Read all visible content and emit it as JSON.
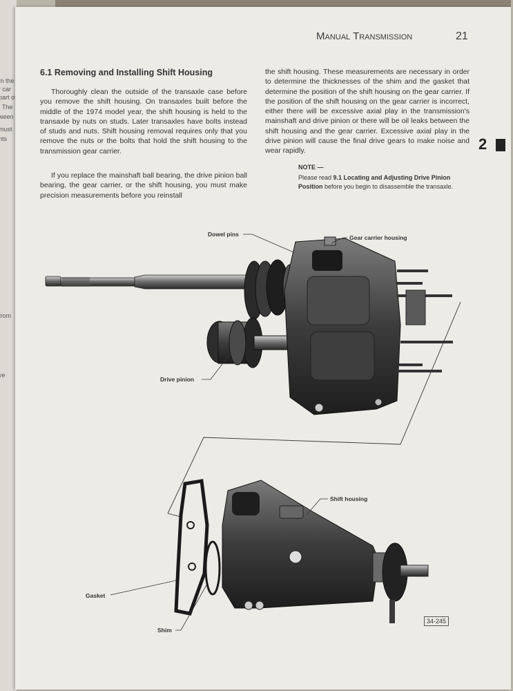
{
  "header": {
    "title": "Manual Transmission",
    "page_number": "21"
  },
  "chapter_tab": "2",
  "section": {
    "title": "6.1 Removing and Installing Shift Housing",
    "paragraphs": [
      "Thoroughly clean the outside of the transaxle case before you remove the shift housing. On transaxles built before the middle of the 1974 model year, the shift housing is held to the transaxle by nuts on studs. Later transaxles have bolts instead of studs and nuts. Shift housing removal requires only that you remove the nuts or the bolts that hold the shift housing to the transmission gear carrier.",
      "If you replace the mainshaft ball bearing, the drive pinion ball bearing, the gear carrier, or the shift housing, you must make precision measurements before you reinstall",
      "the shift housing. These measurements are necessary in order to determine the thicknesses of the shim and the gasket that determine the position of the shift housing on the gear carrier. If the position of the shift housing on the gear carrier is incorrect, either there will be excessive axial play in the transmission's mainshaft and drive pinion or there will be oil leaks between the shift housing and the gear carrier. Excessive axial play in the drive pinion will cause the final drive gears to make noise and wear rapidly."
    ]
  },
  "note": {
    "title": "NOTE —",
    "prefix": "Please read ",
    "ref": "9.1 Locating and Adjusting Drive Pinion Position",
    "suffix": " before you begin to disassemble the transaxle."
  },
  "figure": {
    "labels": {
      "dowel_pins": "Dowel pins",
      "gear_carrier_housing": "Gear carrier housing",
      "drive_pinion": "Drive pinion",
      "shift_housing": "Shift housing",
      "gasket": "Gasket",
      "shim": "Shim"
    },
    "figure_id": "34-245"
  },
  "margin_fragments": [
    "m the",
    "r car",
    "part of",
    ". The",
    "ween",
    "must",
    "nts",
    "from",
    "ve"
  ]
}
